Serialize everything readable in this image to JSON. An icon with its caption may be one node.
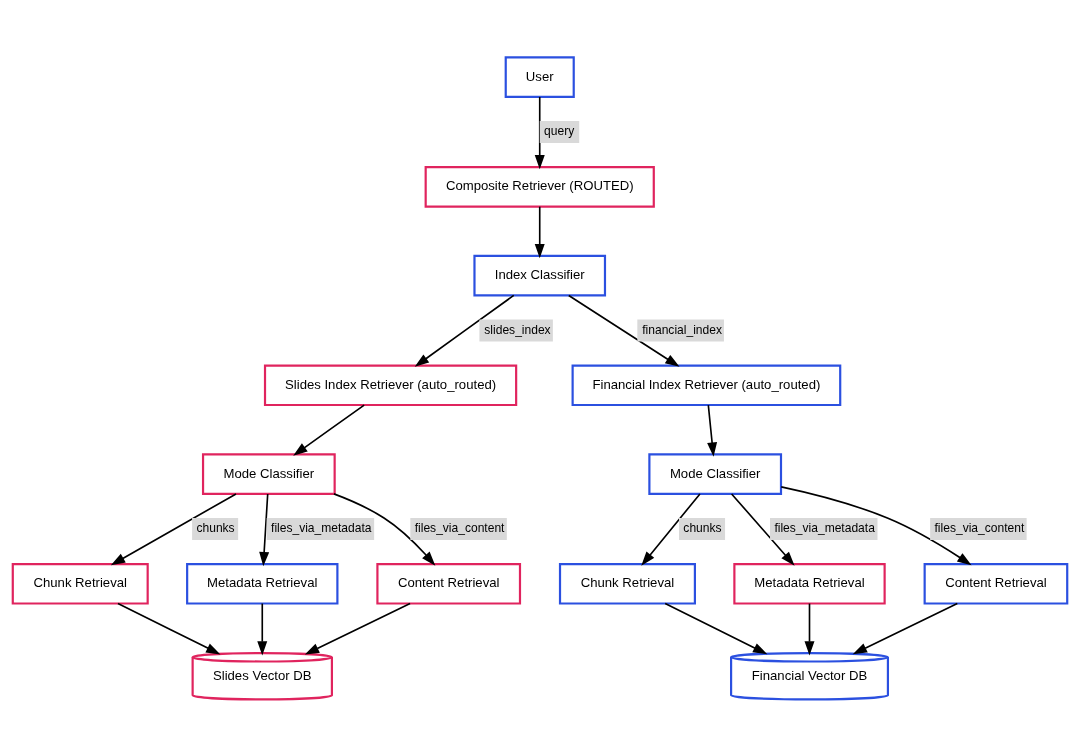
{
  "diagram": {
    "nodes": [
      {
        "text": [
          "User"
        ]
      },
      {
        "text": [
          "Composite Retriever (ROUTED)"
        ]
      },
      {
        "text": [
          "Index Classifier"
        ]
      },
      {
        "text": [
          "Slides Index Retriever (auto_routed)"
        ]
      },
      {
        "text": [
          "Financial Index Retriever (auto_routed)"
        ]
      },
      {
        "text": [
          "Mode Classifier"
        ]
      },
      {
        "text": [
          "Mode Classifier"
        ]
      },
      {
        "text": [
          "Chunk Retrieval"
        ]
      },
      {
        "text": [
          "Metadata Retrieval"
        ]
      },
      {
        "text": [
          "Content Retrieval"
        ]
      },
      {
        "text": [
          "Chunk Retrieval"
        ]
      },
      {
        "text": [
          "Metadata Retrieval"
        ]
      },
      {
        "text": [
          "Content Retrieval"
        ]
      },
      {
        "text": [
          "Slides Vector DB"
        ]
      },
      {
        "text": [
          "Financial Vector DB"
        ]
      }
    ],
    "edges": [
      {
        "from": 0,
        "to": 1,
        "arrow": "to",
        "label": "query"
      },
      {
        "from": 1,
        "to": 2,
        "arrow": "to"
      },
      {
        "from": 2,
        "to": 3,
        "arrow": "to",
        "label": "slides_index"
      },
      {
        "from": 2,
        "to": 4,
        "arrow": "to",
        "label": "financial_index"
      },
      {
        "from": 3,
        "to": 5,
        "arrow": "to"
      },
      {
        "from": 4,
        "to": 6,
        "arrow": "to"
      },
      {
        "from": 5,
        "to": 7,
        "arrow": "to",
        "label": "chunks"
      },
      {
        "from": 5,
        "to": 8,
        "arrow": "to",
        "label": "files_via_metadata"
      },
      {
        "from": 5,
        "to": 9,
        "arrow": "to",
        "label": "files_via_content"
      },
      {
        "from": 6,
        "to": 10,
        "arrow": "to",
        "label": "chunks"
      },
      {
        "from": 6,
        "to": 11,
        "arrow": "to",
        "label": "files_via_metadata"
      },
      {
        "from": 6,
        "to": 12,
        "arrow": "to",
        "label": "files_via_content"
      },
      {
        "from": 7,
        "to": 13,
        "arrow": "to"
      },
      {
        "from": 8,
        "to": 13,
        "arrow": "to"
      },
      {
        "from": 9,
        "to": 13,
        "arrow": "to"
      },
      {
        "from": 10,
        "to": 14,
        "arrow": "to"
      },
      {
        "from": 11,
        "to": 14,
        "arrow": "to"
      },
      {
        "from": 12,
        "to": 14,
        "arrow": "to"
      }
    ]
  }
}
